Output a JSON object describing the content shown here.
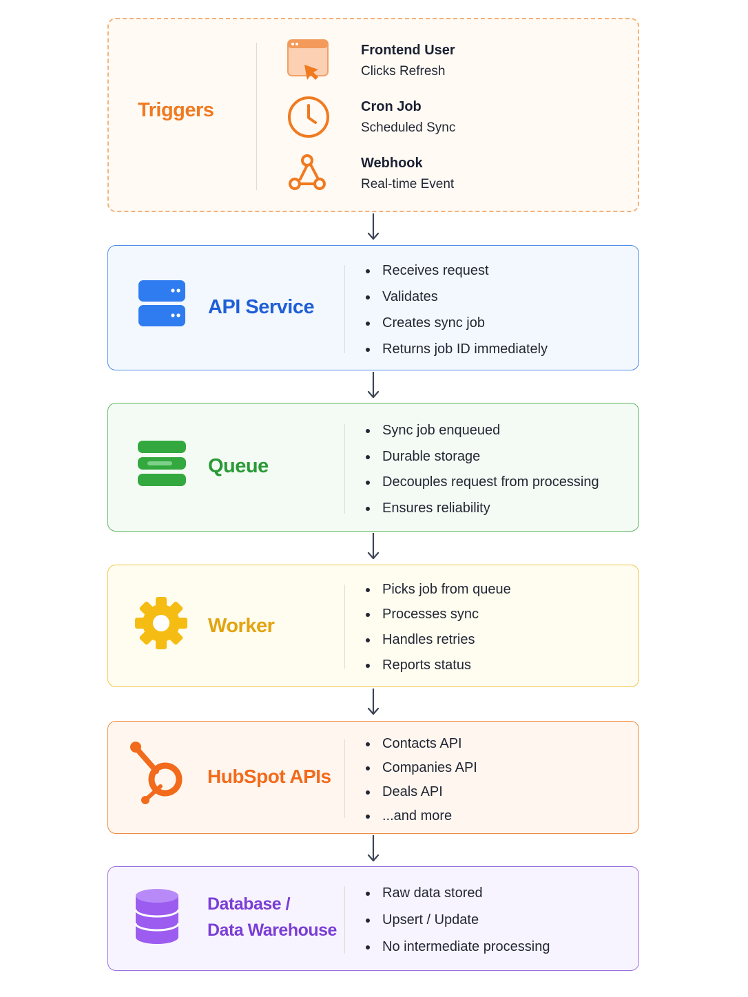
{
  "triggers": {
    "title": "Triggers",
    "items": [
      {
        "name": "Frontend User",
        "desc": "Clicks Refresh",
        "icon": "browser-cursor-icon"
      },
      {
        "name": "Cron Job",
        "desc": "Scheduled Sync",
        "icon": "clock-icon"
      },
      {
        "name": "Webhook",
        "desc": "Real-time Event",
        "icon": "webhook-icon"
      }
    ]
  },
  "api_service": {
    "title": "API Service",
    "icon": "server-icon",
    "points": [
      "Receives request",
      "Validates",
      "Creates sync job",
      "Returns job ID immediately"
    ]
  },
  "queue": {
    "title": "Queue",
    "icon": "queue-icon",
    "points": [
      "Sync job enqueued",
      "Durable storage",
      "Decouples request from processing",
      "Ensures reliability"
    ]
  },
  "worker": {
    "title": "Worker",
    "icon": "gear-icon",
    "points": [
      "Picks job from queue",
      "Processes sync",
      "Handles retries",
      "Reports status"
    ]
  },
  "hubspot": {
    "title": "HubSpot APIs",
    "icon": "hubspot-icon",
    "points": [
      "Contacts API",
      "Companies API",
      "Deals API",
      "...and more"
    ]
  },
  "database": {
    "title_line1": "Database /",
    "title_line2": "Data Warehouse",
    "icon": "database-icon",
    "points": [
      "Raw data stored",
      "Upsert / Update",
      "No intermediate processing"
    ]
  },
  "colors": {
    "triggers": "#f07a20",
    "api": "#1f5fd6",
    "queue": "#2a9a36",
    "worker": "#e2a410",
    "hubspot": "#f26a1b",
    "database": "#7a3ed6",
    "arrow": "#3b4354"
  }
}
